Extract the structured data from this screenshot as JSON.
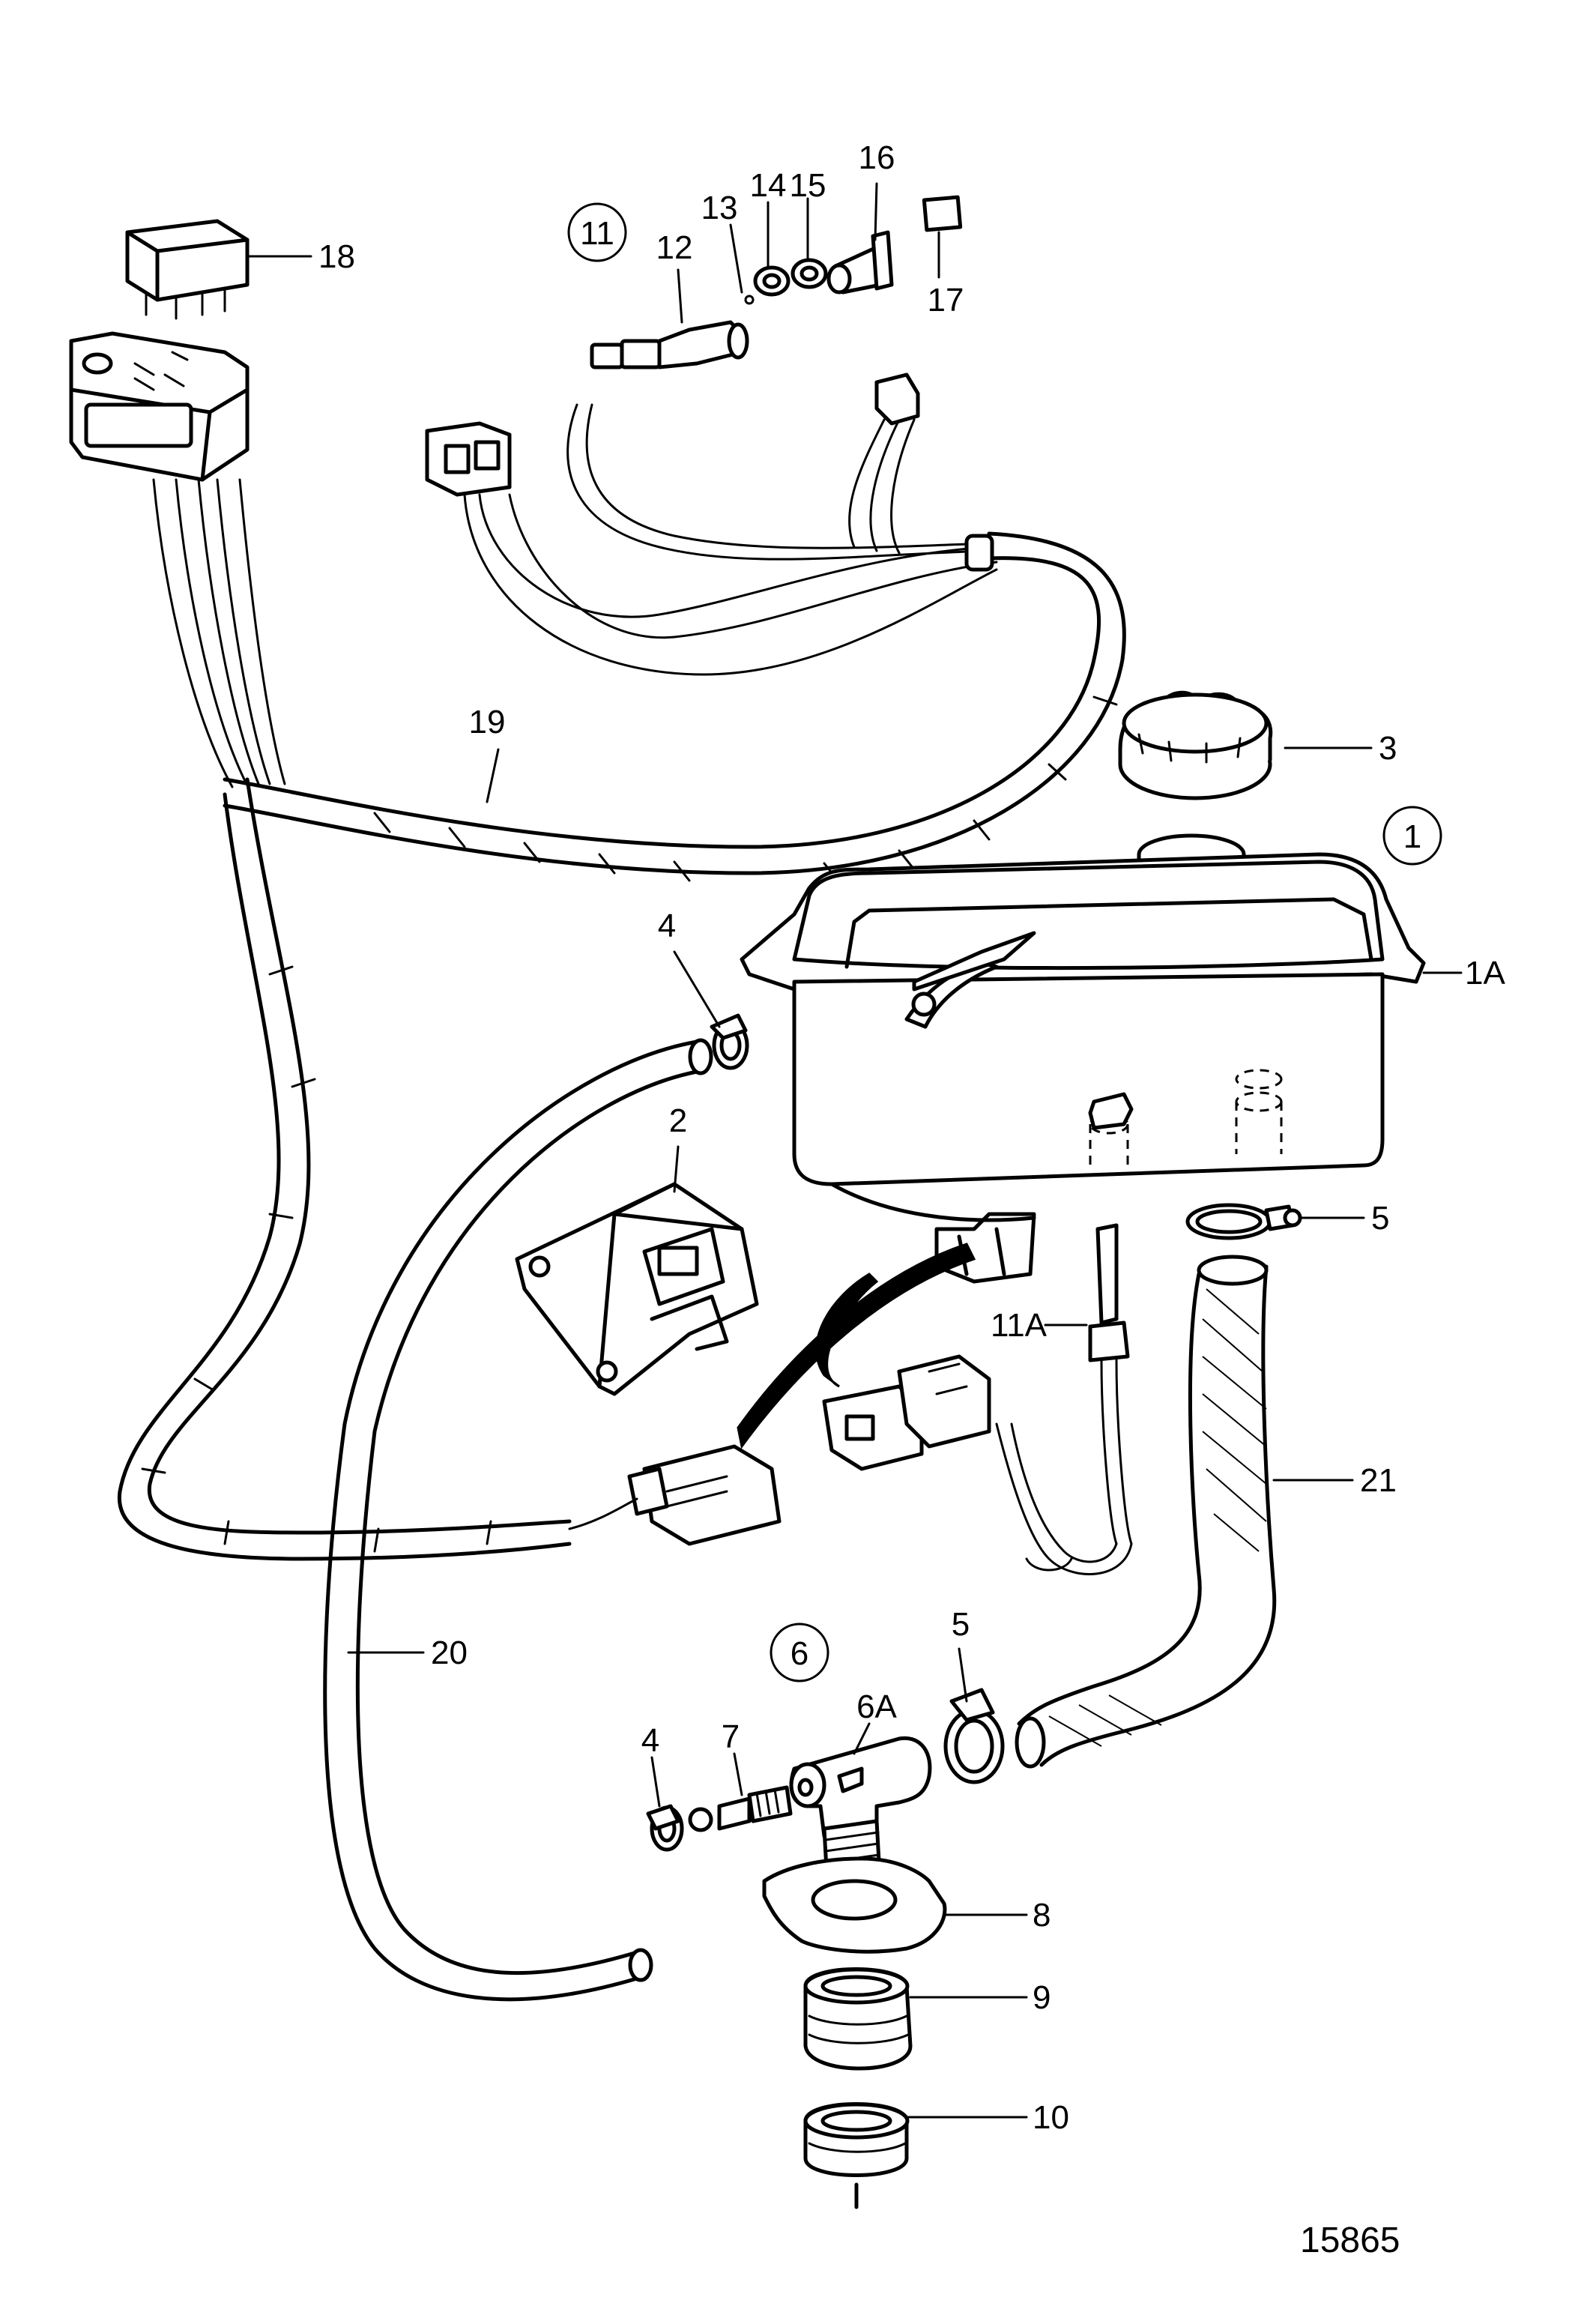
{
  "callouts": {
    "c1": "1",
    "c1A": "1A",
    "c2": "2",
    "c3": "3",
    "c4_top": "4",
    "c4_bottom": "4",
    "c5_top": "5",
    "c5_bottom": "5",
    "c6": "6",
    "c6A": "6A",
    "c7": "7",
    "c8": "8",
    "c9": "9",
    "c10": "10",
    "c11": "11",
    "c11A": "11A",
    "c12": "12",
    "c13": "13",
    "c14": "14",
    "c15": "15",
    "c16": "16",
    "c17": "17",
    "c18": "18",
    "c19": "19",
    "c20": "20",
    "c21": "21"
  },
  "drawing_number": "15865"
}
